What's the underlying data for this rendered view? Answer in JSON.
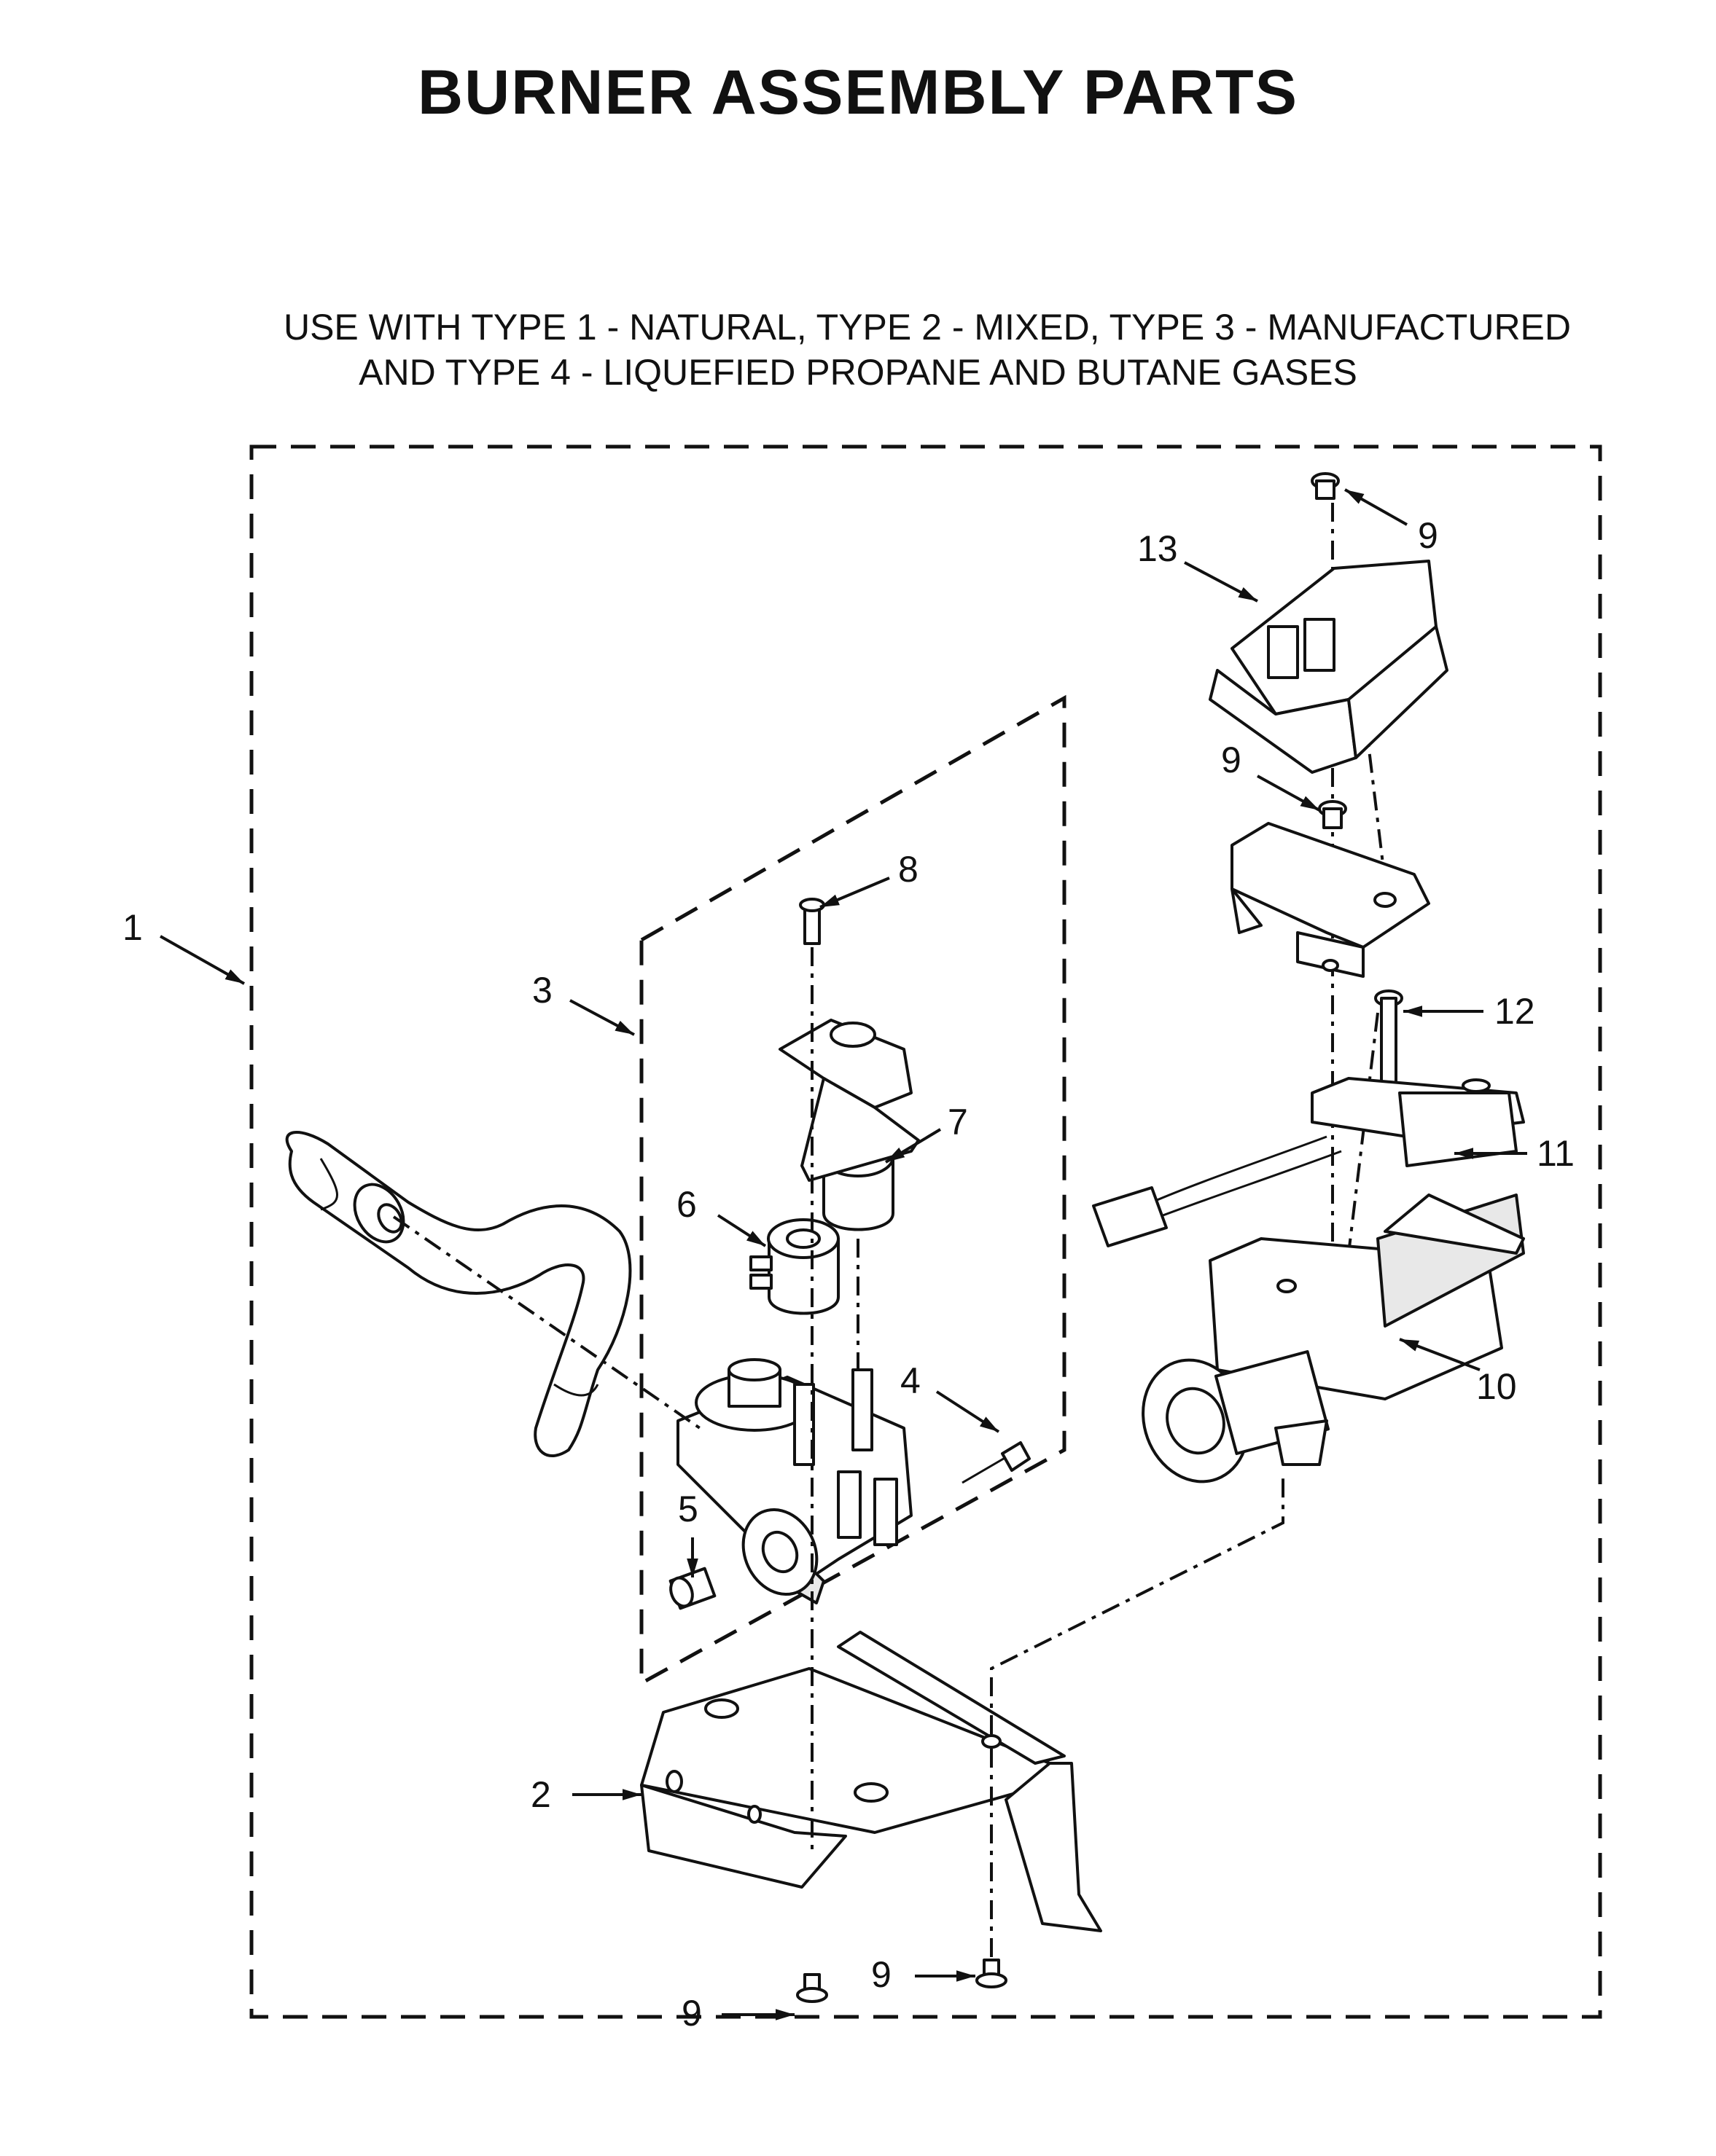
{
  "title": "BURNER ASSEMBLY PARTS",
  "subtitle_line1": "USE WITH TYPE 1 - NATURAL, TYPE 2 - MIXED, TYPE 3 - MANUFACTURED",
  "subtitle_line2": "AND TYPE 4 - LIQUEFIED PROPANE AND BUTANE GASES",
  "callouts": {
    "c1": "1",
    "c2": "2",
    "c3": "3",
    "c4": "4",
    "c5": "5",
    "c6": "6",
    "c7": "7",
    "c8": "8",
    "c9_top": "9",
    "c9_mid": "9",
    "c9_bottom_left": "9",
    "c9_bottom_right": "9",
    "c10": "10",
    "c11": "11",
    "c12": "12",
    "c13": "13"
  }
}
